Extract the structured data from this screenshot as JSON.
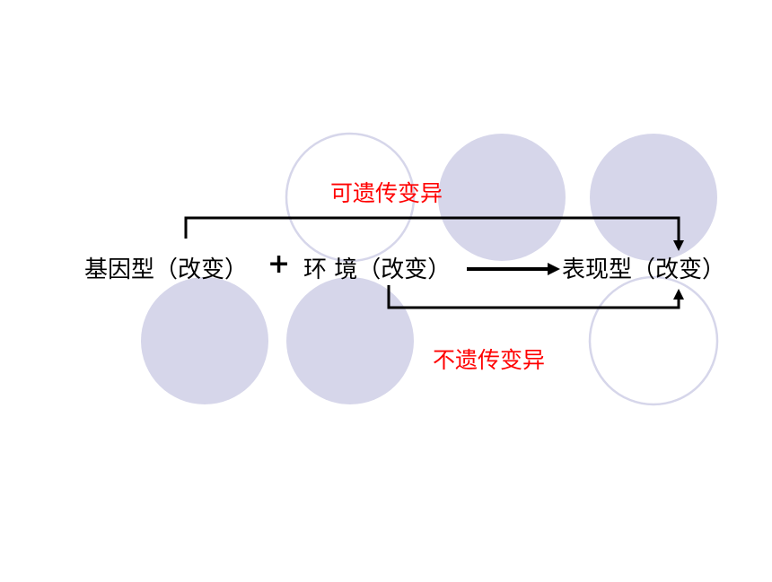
{
  "diagram": {
    "genotype_label": "基因型（改变）",
    "plus_sign": "+",
    "environment_label": "环 境（改变）",
    "phenotype_label": "表现型（改变）",
    "heritable_label": "可遗传变异",
    "non_heritable_label": "不遗传变异",
    "colors": {
      "circle": "#d6d6ea",
      "connector": "#000000",
      "label_red": "#ff0000",
      "label_black": "#000000"
    }
  }
}
